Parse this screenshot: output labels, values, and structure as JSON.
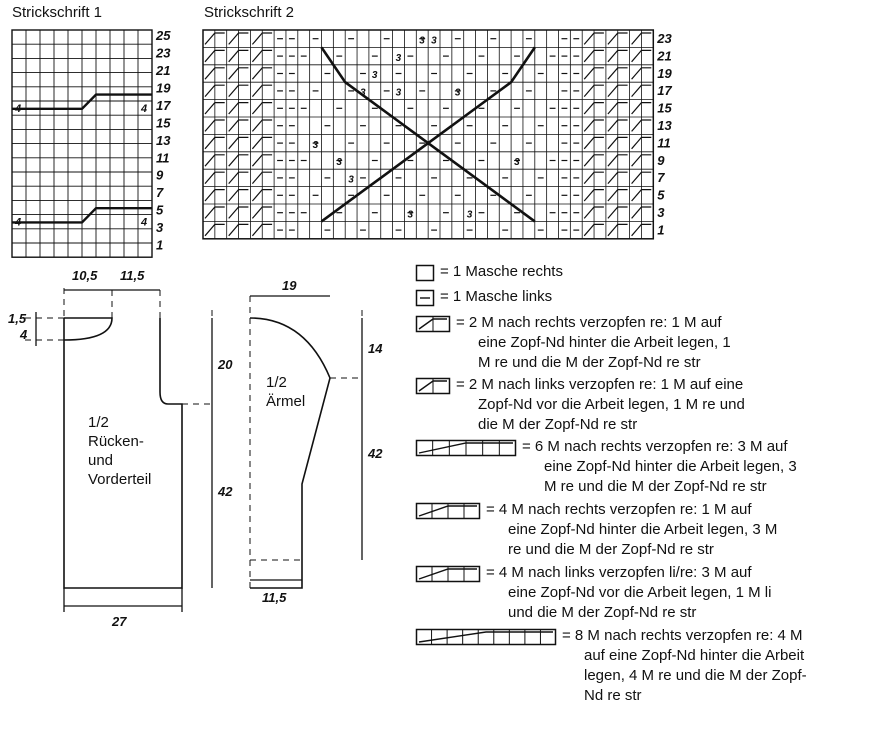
{
  "chart1": {
    "title": "Strickschrift 1",
    "rows": [
      "25",
      "23",
      "21",
      "19",
      "17",
      "15",
      "13",
      "11",
      "9",
      "7",
      "5",
      "3",
      "1"
    ],
    "cable_marks": [
      "4",
      "4",
      "4",
      "4"
    ]
  },
  "chart2": {
    "title": "Strickschrift 2",
    "rows": [
      "23",
      "21",
      "19",
      "17",
      "15",
      "13",
      "11",
      "9",
      "7",
      "5",
      "3",
      "1"
    ],
    "cable_marks": [
      "3",
      "3",
      "3",
      "3",
      "3",
      "3",
      "3",
      "3",
      "3",
      "3",
      "3",
      "3",
      "3"
    ]
  },
  "body_piece": {
    "label_line1": "1/2",
    "label_line2": "Rücken-",
    "label_line3": "und",
    "label_line4": "Vorderteil",
    "dim_top_left": "10,5",
    "dim_top_right": "11,5",
    "dim_shoulder": "1,5",
    "dim_neck": "4",
    "dim_armhole": "20",
    "dim_side": "42",
    "dim_bottom": "27"
  },
  "sleeve_piece": {
    "label_line1": "1/2",
    "label_line2": "Ärmel",
    "dim_top": "19",
    "dim_cap": "14",
    "dim_length": "42",
    "dim_cuff": "11,5"
  },
  "legend": [
    {
      "icon": "knit-stitch-icon",
      "lines": [
        "= 1 Masche rechts"
      ]
    },
    {
      "icon": "purl-stitch-icon",
      "lines": [
        "= 1 Masche links"
      ]
    },
    {
      "icon": "cable-2-right-icon",
      "lines": [
        "= 2 M nach rechts verzopfen re: 1 M auf",
        "eine Zopf-Nd hinter die Arbeit legen, 1",
        "M re und die M der Zopf-Nd re str"
      ]
    },
    {
      "icon": "cable-2-left-icon",
      "lines": [
        "= 2 M nach links verzopfen re: 1 M auf eine",
        "Zopf-Nd vor die Arbeit legen, 1 M re und",
        "die M der Zopf-Nd re str"
      ]
    },
    {
      "icon": "cable-6-right-icon",
      "lines": [
        "= 6 M nach rechts verzopfen re: 3 M auf",
        "eine Zopf-Nd hinter die Arbeit legen, 3",
        "M re und die M der Zopf-Nd re str"
      ]
    },
    {
      "icon": "cable-4-right-icon",
      "lines": [
        "= 4 M nach rechts verzopfen re: 1 M auf",
        "eine Zopf-Nd hinter die Arbeit legen, 3 M",
        "re und die M der Zopf-Nd re str"
      ]
    },
    {
      "icon": "cable-4-left-icon",
      "lines": [
        "= 4 M nach links verzopfen li/re: 3 M auf",
        "eine Zopf-Nd vor die Arbeit legen, 1 M li",
        "und die M der Zopf-Nd re str"
      ]
    },
    {
      "icon": "cable-8-right-icon",
      "lines": [
        "= 8 M nach rechts verzopfen re: 4 M",
        "auf eine Zopf-Nd hinter die Arbeit",
        "legen, 4 M re und die M der Zopf-",
        "Nd re str"
      ]
    }
  ]
}
